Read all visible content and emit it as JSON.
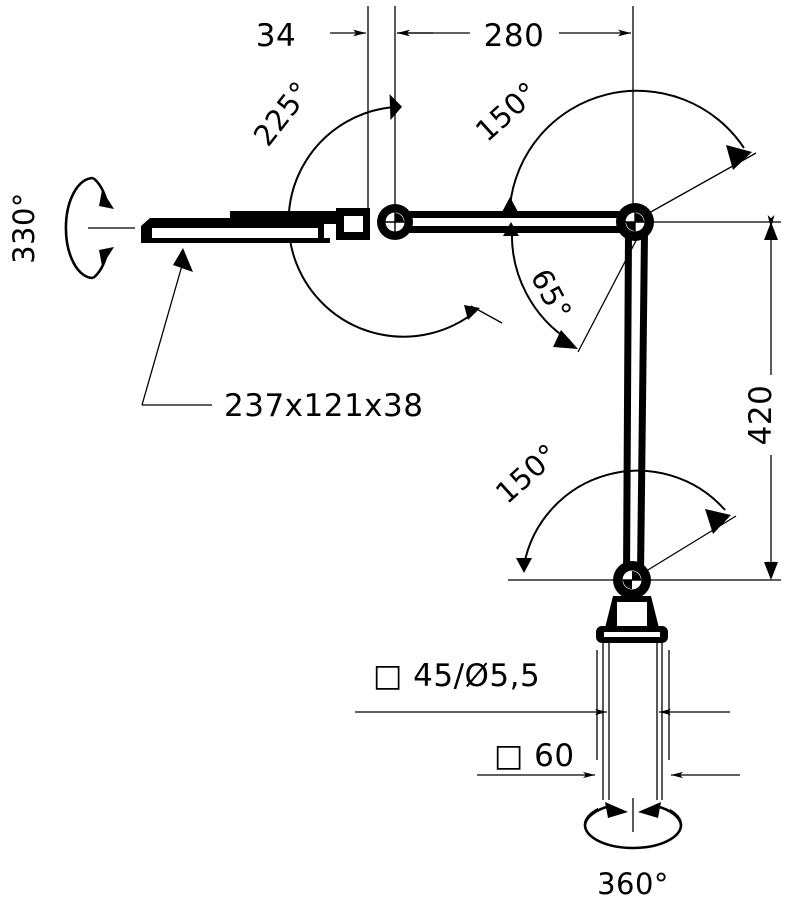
{
  "drawing": {
    "title": "Desk lamp articulation dimension drawing",
    "units_note": "",
    "line_color": "#000000",
    "background_color": "#ffffff"
  },
  "dimensions": {
    "offset_34": "34",
    "reach_280": "280",
    "height_420": "420",
    "head_size": "237x121x38",
    "clamp_hole": "□ 45/Ø5,5",
    "clamp_base": "□ 60"
  },
  "angles": {
    "head_tilt": "330°",
    "head_swivel": "225°",
    "upper_arm": "150°",
    "elbow": "65°",
    "lower_arm": "150°",
    "base_rotation": "360°"
  },
  "labels": [
    {
      "id": "rot-330",
      "text": "330°",
      "kind": "rotation-angle"
    },
    {
      "id": "ang-225",
      "text": "225°",
      "kind": "arc-angle"
    },
    {
      "id": "dim-34",
      "text": "34",
      "kind": "linear-dimension"
    },
    {
      "id": "dim-280",
      "text": "280",
      "kind": "linear-dimension"
    },
    {
      "id": "ang-150-upper",
      "text": "150°",
      "kind": "arc-angle"
    },
    {
      "id": "ang-65",
      "text": "65°",
      "kind": "arc-angle"
    },
    {
      "id": "dim-420",
      "text": "420",
      "kind": "linear-dimension"
    },
    {
      "id": "lead-head",
      "text": "237x121x38",
      "kind": "leader-note"
    },
    {
      "id": "ang-150-lower",
      "text": "150°",
      "kind": "arc-angle"
    },
    {
      "id": "dim-clamp-hole",
      "text": "□ 45/Ø5,5",
      "kind": "linear-dimension"
    },
    {
      "id": "dim-clamp-base",
      "text": "□ 60",
      "kind": "linear-dimension"
    },
    {
      "id": "rot-360",
      "text": "360°",
      "kind": "rotation-angle"
    }
  ]
}
